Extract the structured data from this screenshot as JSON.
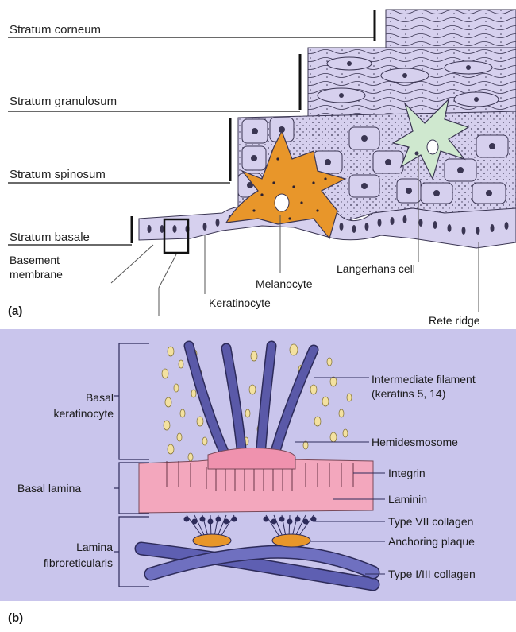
{
  "panel_a": {
    "letter": "(a)",
    "layers": {
      "corneum": "Stratum corneum",
      "granulosum": "Stratum granulosum",
      "spinosum": "Stratum spinosum",
      "basale": "Stratum basale"
    },
    "labels": {
      "basement_membrane": "Basement membrane",
      "melanocyte": "Melanocyte",
      "keratinocyte": "Keratinocyte",
      "langerhans": "Langerhans cell",
      "rete_ridge": "Rete ridge"
    }
  },
  "panel_b": {
    "letter": "(b)",
    "left_labels": {
      "basal_keratinocyte": "Basal keratinocyte",
      "basal_lamina": "Basal lamina",
      "lamina_fibroreticularis": "Lamina fibroreticularis"
    },
    "right_labels": {
      "intermediate_filament": "Intermediate filament (keratins 5, 14)",
      "hemidesmosome": "Hemidesmosome",
      "integrin": "Integrin",
      "laminin": "Laminin",
      "type_vii_collagen": "Type VII collagen",
      "anchoring_plaque": "Anchoring plaque",
      "type_i_iii_collagen": "Type I/III collagen"
    }
  },
  "colors": {
    "cell_fill": "#d8d2ef",
    "cell_stroke": "#3a3552",
    "melanocyte": "#e8962a",
    "langerhans": "#cfe8cf",
    "panel_b_bg": "#c9c5ec",
    "filament": "#5a59a8",
    "granule": "#f3e1a0",
    "lamina": "#f3a7bd",
    "plaque": "#e8962a",
    "collagen": "#5e5fb2"
  }
}
